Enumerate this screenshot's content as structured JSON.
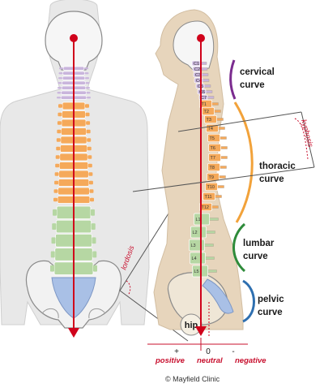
{
  "labels": {
    "cervical_curve": [
      "cervical",
      "curve"
    ],
    "thoracic_curve": [
      "thoracic",
      "curve"
    ],
    "lumbar_curve": [
      "lumbar",
      "curve"
    ],
    "pelvic_curve": [
      "pelvic",
      "curve"
    ],
    "kyphosis": "kyphosis",
    "lordosis": "lordosis",
    "hip": "hip"
  },
  "vertebra_labels": {
    "cervical": [
      "C1",
      "C2",
      "C3",
      "C4",
      "C5",
      "C6",
      "C7"
    ],
    "thoracic": [
      "T1",
      "T2",
      "T3",
      "T4",
      "T5",
      "T6",
      "T7",
      "T8",
      "T9",
      "T10",
      "T11",
      "T12"
    ],
    "lumbar": [
      "L1",
      "L2",
      "L3",
      "L4",
      "L5"
    ]
  },
  "scale": {
    "plus": "+",
    "zero": "0",
    "minus": "-",
    "positive": "positive",
    "neutral": "neutral",
    "negative": "negative"
  },
  "credit": "© Mayfield Clinic",
  "colors": {
    "body_front": "#e8e8e8",
    "body_side": "#e7d5bc",
    "skull": "#f5f5f5",
    "cervical": "#c9b5dc",
    "thoracic": "#f5a95a",
    "lumbar": "#b6d7a3",
    "sacrum": "#a9c0e6",
    "plumb_line": "#d0021b",
    "curve_cervical": "#7b2c8f",
    "curve_thoracic": "#f2a23a",
    "curve_lumbar": "#2e8b3a",
    "curve_pelvic": "#2e6fb0"
  }
}
